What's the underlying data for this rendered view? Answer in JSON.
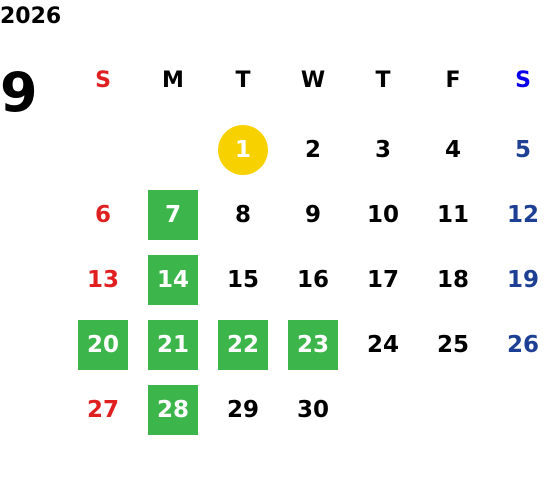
{
  "calendar": {
    "year": "2026",
    "month": "9",
    "weekdays": [
      "S",
      "M",
      "T",
      "W",
      "T",
      "F",
      "S"
    ],
    "first_weekday_index": 2,
    "days": [
      "1",
      "2",
      "3",
      "4",
      "5",
      "6",
      "7",
      "8",
      "9",
      "10",
      "11",
      "12",
      "13",
      "14",
      "15",
      "16",
      "17",
      "18",
      "19",
      "20",
      "21",
      "22",
      "23",
      "24",
      "25",
      "26",
      "27",
      "28",
      "29",
      "30"
    ],
    "highlighted_days": [
      "7",
      "14",
      "20",
      "21",
      "22",
      "23",
      "28"
    ],
    "today": "1",
    "colors": {
      "highlight": "#3cb54a",
      "today": "#f8d200",
      "sunday": "#e02020",
      "saturday": "#1d3f94",
      "saturday_header": "#0a00e8"
    }
  }
}
